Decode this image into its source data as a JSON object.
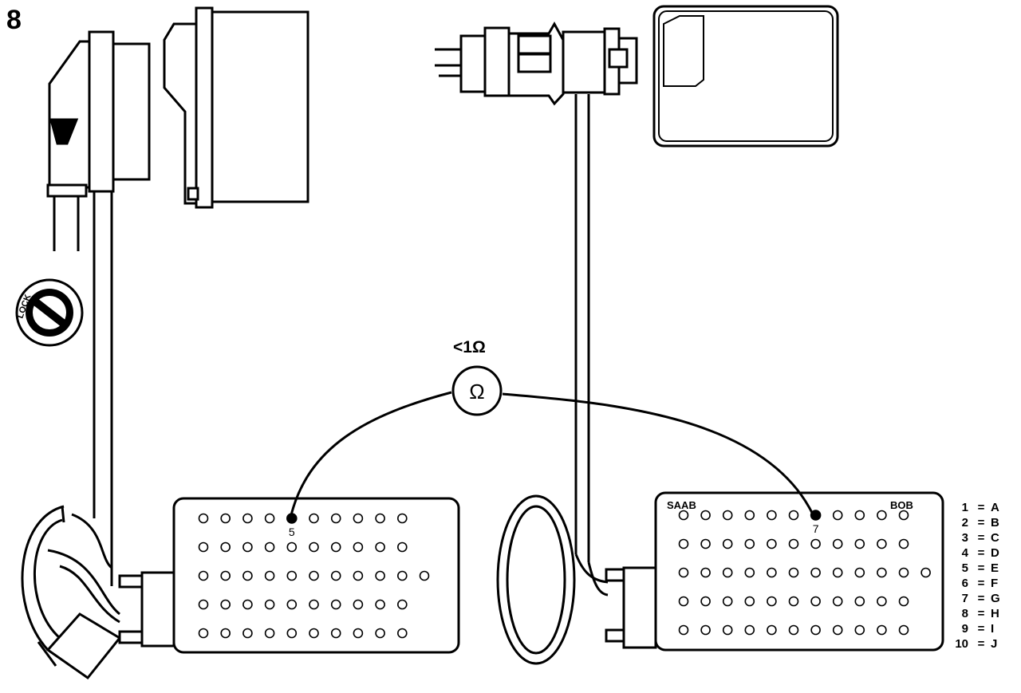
{
  "figure": {
    "number": "8",
    "lock_label": "LOCK",
    "resistance_spec": "<1Ω",
    "meter_symbol": "Ω"
  },
  "left_box": {
    "rows": [
      10,
      10,
      11,
      10,
      10
    ],
    "probe_pin_label": "5",
    "probe_pin_index": 4
  },
  "right_box": {
    "brand_left": "SAAB",
    "brand_right": "BOB",
    "rows": [
      11,
      11,
      12,
      11,
      11
    ],
    "probe_pin_label": "7",
    "probe_pin_index": 6
  },
  "legend": {
    "rows": [
      {
        "num": "1",
        "eq": "=",
        "letter": "A"
      },
      {
        "num": "2",
        "eq": "=",
        "letter": "B"
      },
      {
        "num": "3",
        "eq": "=",
        "letter": "C"
      },
      {
        "num": "4",
        "eq": "=",
        "letter": "D"
      },
      {
        "num": "5",
        "eq": "=",
        "letter": "E"
      },
      {
        "num": "6",
        "eq": "=",
        "letter": "F"
      },
      {
        "num": "7",
        "eq": "=",
        "letter": "G"
      },
      {
        "num": "8",
        "eq": "=",
        "letter": "H"
      },
      {
        "num": "9",
        "eq": "=",
        "letter": "I"
      },
      {
        "num": "10",
        "eq": "=",
        "letter": "J"
      }
    ]
  }
}
